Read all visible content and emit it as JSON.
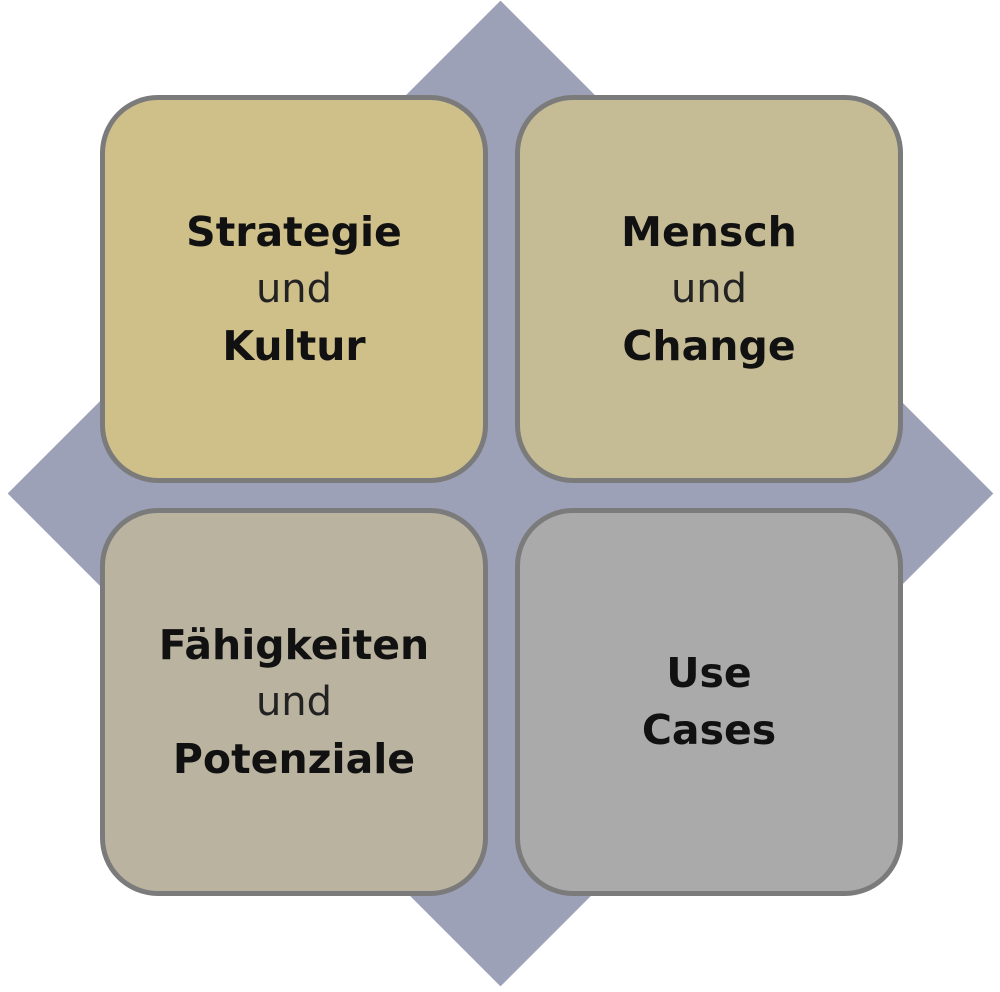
{
  "quadrants": {
    "top_left": {
      "line1": "Strategie",
      "connector": "und",
      "line2": "Kultur",
      "color": "#cfc08a"
    },
    "top_right": {
      "line1": "Mensch",
      "connector": "und",
      "line2": "Change",
      "color": "#c5bc95"
    },
    "bottom_left": {
      "line1": "Fähigkeiten",
      "connector": "und",
      "line2": "Potenziale",
      "color": "#bab3a0"
    },
    "bottom_right": {
      "line1": "Use",
      "line2": "Cases",
      "color": "#aaaaaa"
    }
  },
  "background_diamond_color": "#9da1b7"
}
